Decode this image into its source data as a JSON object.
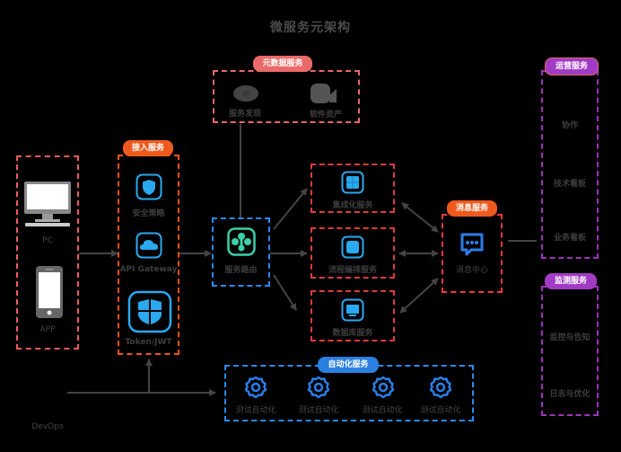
{
  "title": "微服务元架构",
  "colors": {
    "client_border": "#f05b5b",
    "access_border": "#f0531c",
    "access_pill": "#ee5a1e",
    "meta_border": "#e86868",
    "meta_pill": "#ea6a6a",
    "router_border": "#2a8af0",
    "service_border": "#e03c3c",
    "message_border": "#ee3a3a",
    "message_pill": "#ee5a1e",
    "ops_border": "#a030c0",
    "ops_pill": "#a23bc4",
    "auto_border": "#2a8af0",
    "auto_pill": "#2a7fe0",
    "icon_blue": "#2aa8f0",
    "icon_green": "#3ad0a8",
    "arrow": "#444444"
  },
  "clients": {
    "items": [
      {
        "label": "PC",
        "icon": "desktop-computer-icon"
      },
      {
        "label": "APP",
        "icon": "mobile-phone-icon"
      }
    ]
  },
  "access": {
    "header": "接入服务",
    "items": [
      {
        "label": "安全策略",
        "icon": "shield-icon"
      },
      {
        "label": "API Gateway",
        "icon": "cloud-icon"
      },
      {
        "label": "Token/JWT",
        "icon": "windows-shield-icon"
      }
    ]
  },
  "metadata": {
    "header": "元数据服务",
    "items": [
      {
        "label": "服务发现",
        "icon": "eye-icon"
      },
      {
        "label": "软件资产",
        "icon": "camera-icon"
      }
    ]
  },
  "router": {
    "label": "服务路由",
    "icon": "route-icon"
  },
  "services": [
    {
      "label": "集成化服务",
      "icon": "grid-icon"
    },
    {
      "label": "流程编排服务",
      "icon": "square-icon"
    },
    {
      "label": "数据库服务",
      "icon": "monitor-icon"
    }
  ],
  "message": {
    "header": "消息服务",
    "label": "消息中心",
    "icon": "chat-bubble-icon"
  },
  "operations": {
    "header": "运营服务",
    "items": [
      "协作",
      "技术看板",
      "业务看板"
    ]
  },
  "monitoring": {
    "header": "监测服务",
    "items": [
      "监控与告知",
      "日志与优化"
    ]
  },
  "automation": {
    "header": "自动化服务",
    "items": [
      "测试自动化",
      "测试自动化",
      "测试自动化",
      "测试自动化"
    ]
  },
  "devops": {
    "label": "DevOps"
  }
}
